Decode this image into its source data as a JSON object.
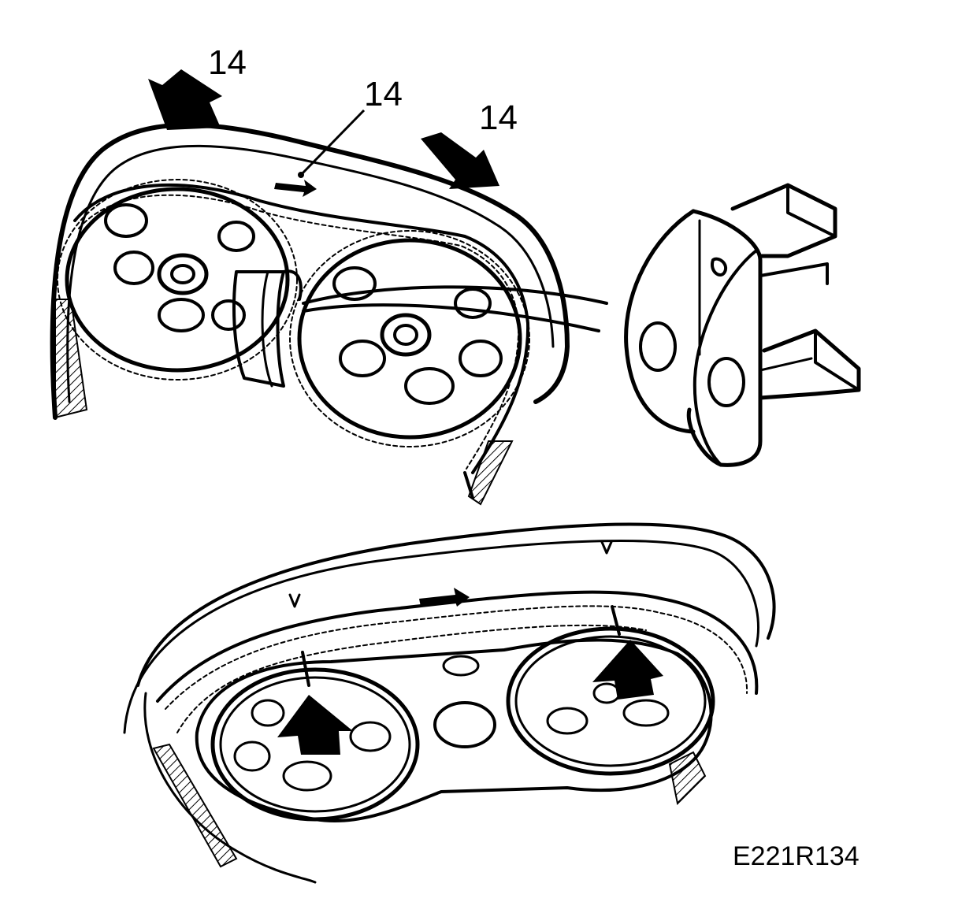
{
  "callouts": [
    {
      "label": "14"
    },
    {
      "label": "14"
    },
    {
      "label": "14"
    }
  ],
  "figure_code": "E221R134",
  "colors": {
    "ink": "#000000",
    "paper": "#ffffff"
  }
}
